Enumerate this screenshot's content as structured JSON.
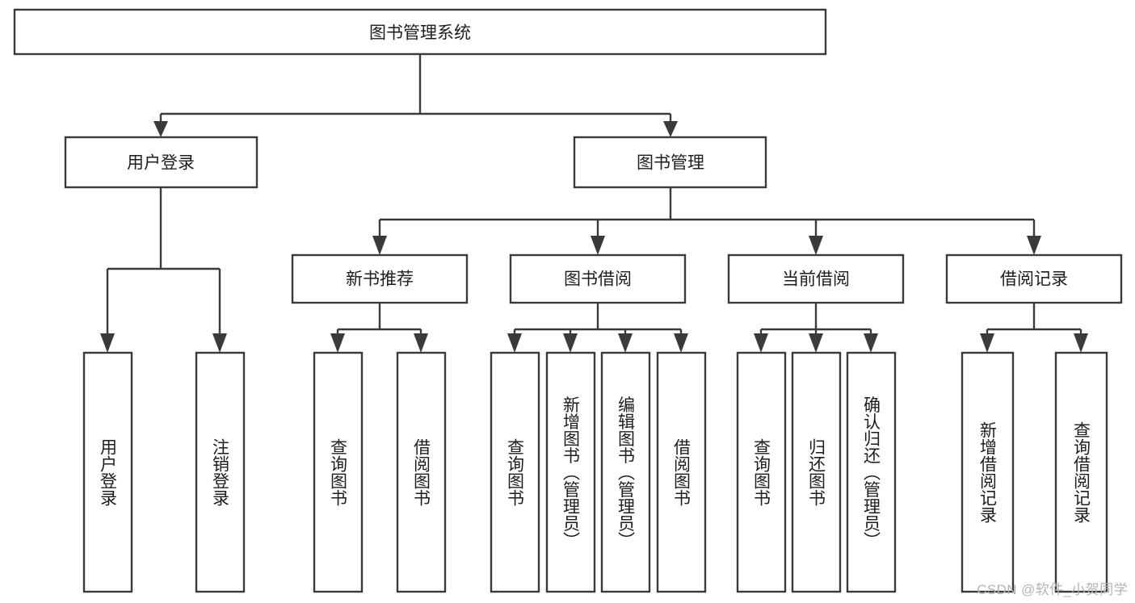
{
  "diagram": {
    "title": "图书管理系统",
    "type": "tree-hierarchy-diagram",
    "watermark": "CSDN @软件_小贺同学",
    "colors": {
      "box_fill": "#ffffff",
      "box_stroke": "#3a3a3a",
      "text": "#1d1d1d",
      "background": "#ffffff",
      "watermark": "#b4b4b4"
    },
    "root": {
      "id": "root",
      "label": "图书管理系统"
    },
    "level2": [
      {
        "id": "user-login",
        "label": "用户登录"
      },
      {
        "id": "book-management",
        "label": "图书管理"
      }
    ],
    "level3": [
      {
        "id": "new-book-recommend",
        "label": "新书推荐",
        "parent": "book-management"
      },
      {
        "id": "book-borrow",
        "label": "图书借阅",
        "parent": "book-management"
      },
      {
        "id": "current-borrow",
        "label": "当前借阅",
        "parent": "book-management"
      },
      {
        "id": "borrow-record",
        "label": "借阅记录",
        "parent": "book-management"
      }
    ],
    "leaves": [
      {
        "id": "leaf-user-login",
        "label": "用户登录",
        "parent": "user-login"
      },
      {
        "id": "leaf-logout-login",
        "label": "注销登录",
        "parent": "user-login"
      },
      {
        "id": "leaf-query-book-1",
        "label": "查询图书",
        "parent": "new-book-recommend"
      },
      {
        "id": "leaf-borrow-book-1",
        "label": "借阅图书",
        "parent": "new-book-recommend"
      },
      {
        "id": "leaf-query-book-2",
        "label": "查询图书",
        "parent": "book-borrow"
      },
      {
        "id": "leaf-add-book",
        "label": "新增图书（管理员）",
        "parent": "book-borrow"
      },
      {
        "id": "leaf-edit-book",
        "label": "编辑图书（管理员）",
        "parent": "book-borrow"
      },
      {
        "id": "leaf-borrow-book-2",
        "label": "借阅图书",
        "parent": "book-borrow"
      },
      {
        "id": "leaf-query-book-3",
        "label": "查询图书",
        "parent": "current-borrow"
      },
      {
        "id": "leaf-return-book",
        "label": "归还图书",
        "parent": "current-borrow"
      },
      {
        "id": "leaf-confirm-return",
        "label": "确认归还（管理员）",
        "parent": "current-borrow"
      },
      {
        "id": "leaf-add-record",
        "label": "新增借阅记录",
        "parent": "borrow-record"
      },
      {
        "id": "leaf-query-record",
        "label": "查询借阅记录",
        "parent": "borrow-record"
      }
    ]
  }
}
